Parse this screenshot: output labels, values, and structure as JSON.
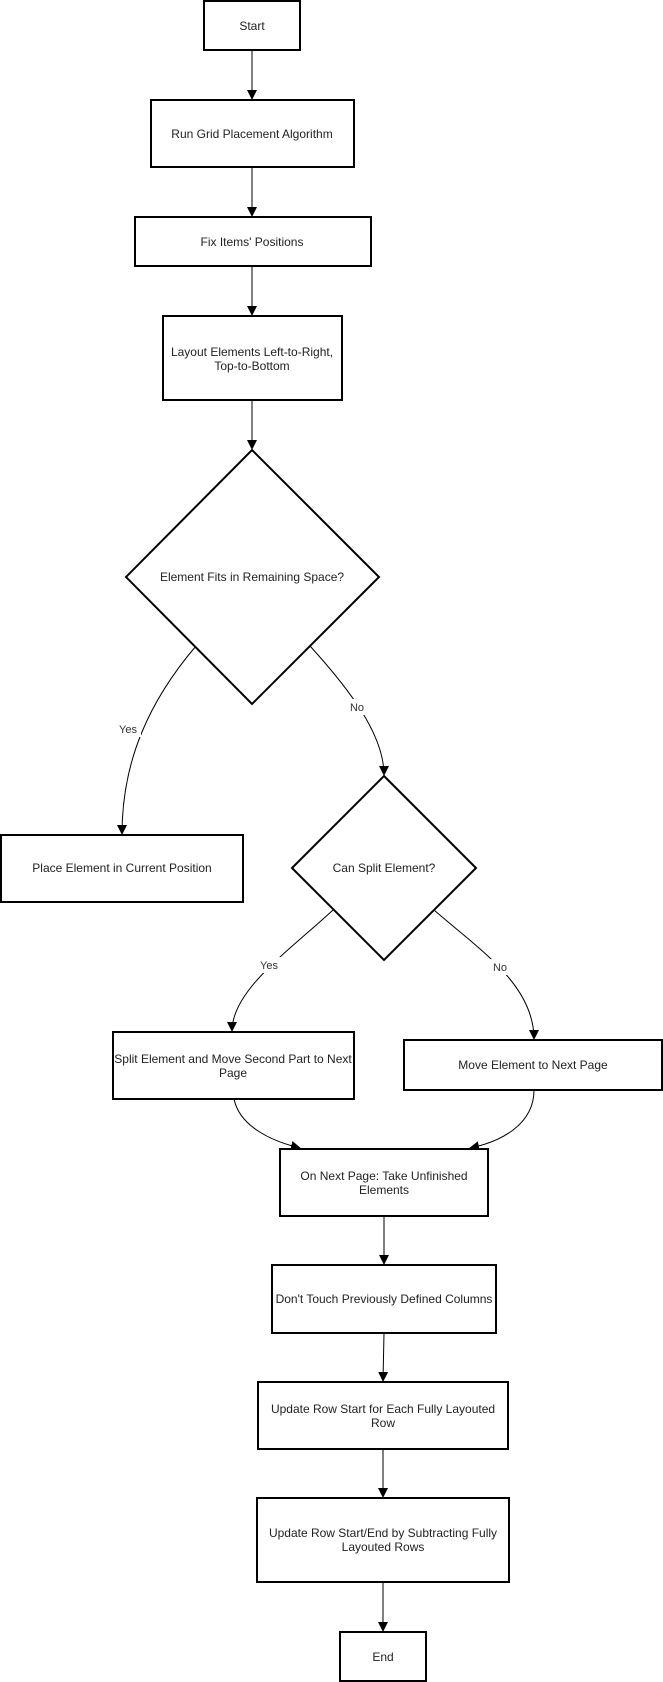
{
  "nodes": {
    "start": "Start",
    "run_grid": "Run Grid Placement Algorithm",
    "fix_items": "Fix Items' Positions",
    "layout_line1": "Layout Elements Left-to-Right,",
    "layout_line2": "Top-to-Bottom",
    "fits": "Element Fits in Remaining Space?",
    "place": "Place Element in Current Position",
    "can_split": "Can Split Element?",
    "split_line1": "Split Element and Move Second Part to Next",
    "split_line2": "Page",
    "move_next": "Move Element to Next Page",
    "next_page_line1": "On Next Page: Take Unfinished",
    "next_page_line2": "Elements",
    "dont_touch": "Don't Touch Previously Defined Columns",
    "update_row_line1": "Update Row Start for Each Fully Layouted",
    "update_row_line2": "Row",
    "update_start_end_line1": "Update Row Start/End by Subtracting Fully",
    "update_start_end_line2": "Layouted Rows",
    "end": "End"
  },
  "edges": {
    "fits_yes": "Yes",
    "fits_no": "No",
    "split_yes": "Yes",
    "split_no": "No"
  }
}
